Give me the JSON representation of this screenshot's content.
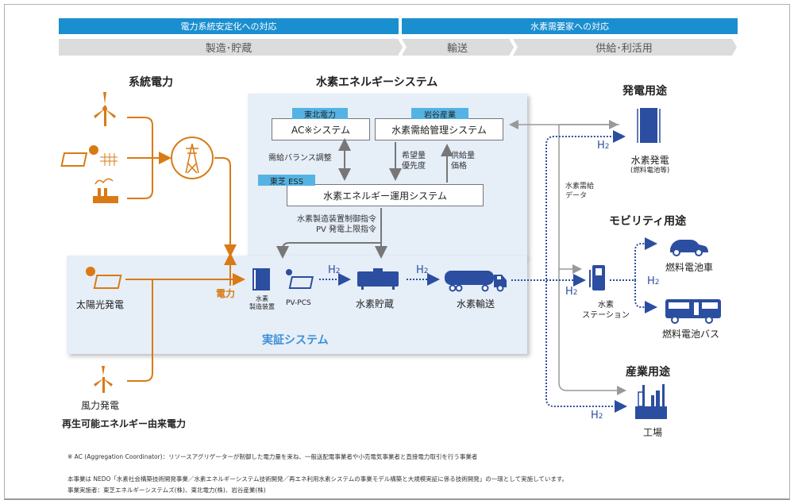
{
  "header": {
    "phase_top": [
      {
        "label": "電力系統安定化への対応"
      },
      {
        "label": "水素需要家への対応"
      }
    ],
    "phase_bottom": [
      {
        "label": "製造･貯蔵"
      },
      {
        "label": "輸送"
      },
      {
        "label": "供給･利活用"
      }
    ]
  },
  "grid_power": {
    "title": "系統電力"
  },
  "h2_energy_system": {
    "title": "水素エネルギーシステム",
    "ac_system": {
      "company": "東北電力",
      "label": "AC※システム"
    },
    "supply_mgmt": {
      "company": "岩谷産業",
      "label": "水素需給管理システム"
    },
    "operation": {
      "company": "東芝 ESS",
      "label": "水素エネルギー運用システム"
    },
    "balance_label": "需給バランス調整",
    "demand_label_1": "希望量",
    "demand_label_2": "優先度",
    "supply_label_1": "供給量",
    "supply_label_2": "価格",
    "control_label_1": "水素製造装置制御指令",
    "control_label_2": "PV 発電上限指令"
  },
  "demo_system": {
    "title": "実証システム",
    "solar_label": "太陽光発電",
    "power_label": "電力",
    "electrolyzer_label_1": "水素",
    "electrolyzer_label_2": "製造装置",
    "pvpcs_label": "PV-PCS",
    "storage_label": "水素貯蔵",
    "transport_label": "水素輸送",
    "h2": "H",
    "h2_sub": "2"
  },
  "renewable": {
    "wind_label": "風力発電",
    "caption": "再生可能エネルギー由来電力"
  },
  "data_label_1": "水素需給",
  "data_label_2": "データ",
  "uses": {
    "power_gen": {
      "title": "発電用途",
      "label": "水素発電",
      "sub": "(燃料電池等)"
    },
    "mobility": {
      "title": "モビリティ用途",
      "station_1": "水素",
      "station_2": "ステーション",
      "fcv": "燃料電池車",
      "bus": "燃料電池バス"
    },
    "industry": {
      "title": "産業用途",
      "label": "工場"
    }
  },
  "notes": {
    "ac_note": "※ AC (Aggregation Coordinator)：リソースアグリゲーターが制御した電力量を束ね、一般送配電事業者や小売電気事業者と直接電力取引を行う事業者",
    "project_note": "本事業は NEDO「水素社会構築技術開発事業／水素エネルギーシステム技術開発／再エネ利用水素システムの事業モデル構築と大規模実証に係る技術開発」の一環として実施しています。",
    "implementers": "事業実施者：東芝エネルギーシステムズ(株)、東北電力(株)、岩谷産業(株)"
  },
  "colors": {
    "header_blue": "#1a8fd0",
    "phase_gray": "#dcdcdc",
    "orange": "#d97a14",
    "navy": "#2b4ea0",
    "tag_blue": "#55b3e3",
    "panel": "#e6eef8"
  }
}
